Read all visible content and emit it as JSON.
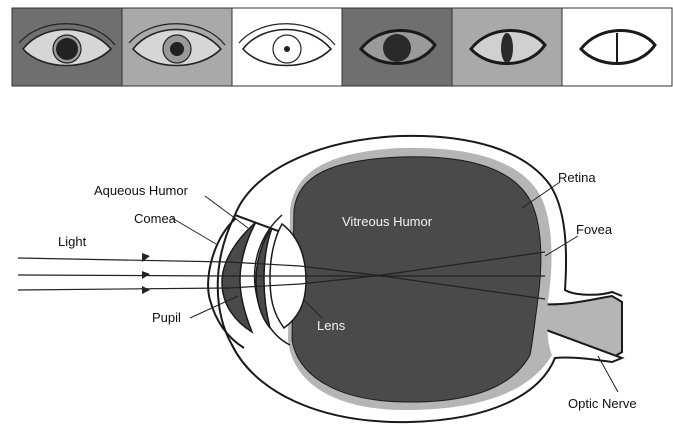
{
  "eye_strip": {
    "panels": [
      {
        "name": "normal-pupil-dark-bg",
        "bg": "#6f6f6f",
        "style": "realistic",
        "pupil": "large"
      },
      {
        "name": "normal-pupil-mid-bg",
        "bg": "#a9a9a9",
        "style": "realistic",
        "pupil": "medium"
      },
      {
        "name": "normal-pupil-light-bg",
        "bg": "#ffffff",
        "style": "realistic",
        "pupil": "small"
      },
      {
        "name": "cat-pupil-dark-bg",
        "bg": "#6f6f6f",
        "style": "slit",
        "pupil": "round"
      },
      {
        "name": "cat-pupil-mid-bg",
        "bg": "#a9a9a9",
        "style": "slit",
        "pupil": "oval"
      },
      {
        "name": "cat-pupil-light-bg",
        "bg": "#ffffff",
        "style": "slit",
        "pupil": "line"
      }
    ]
  },
  "diagram": {
    "labels": {
      "aqueous_humor": "Aqueous Humor",
      "cornea": "Comea",
      "light": "Light",
      "pupil": "Pupil",
      "vitreous_humor": "Vitreous Humor",
      "lens": "Lens",
      "retina": "Retina",
      "fovea": "Fovea",
      "optic_nerve": "Optic Nerve"
    },
    "colors": {
      "vitreous": "#4a4a4a",
      "retina": "#b5b5b5",
      "outline": "#1a1a1a"
    }
  }
}
